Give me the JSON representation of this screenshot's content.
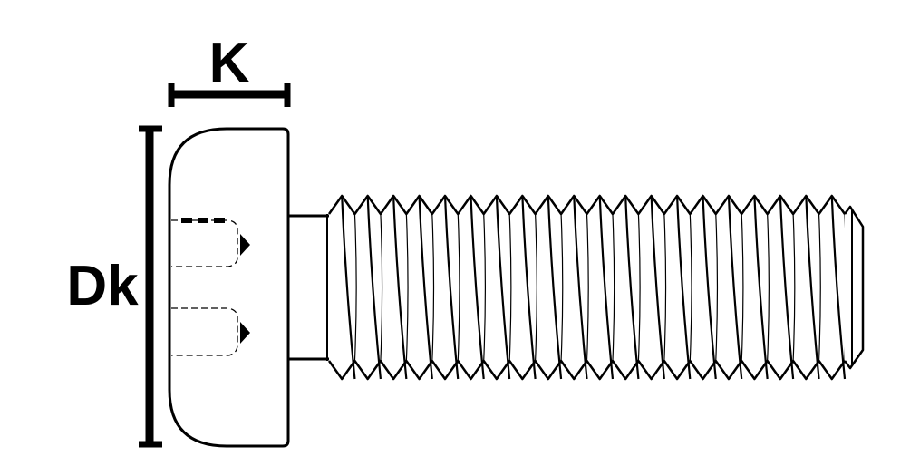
{
  "labels": {
    "head_height": "K",
    "head_diameter": "Dk"
  },
  "colors": {
    "stroke": "#000000",
    "background": "#ffffff"
  },
  "thread": {
    "crest_count": 20
  }
}
